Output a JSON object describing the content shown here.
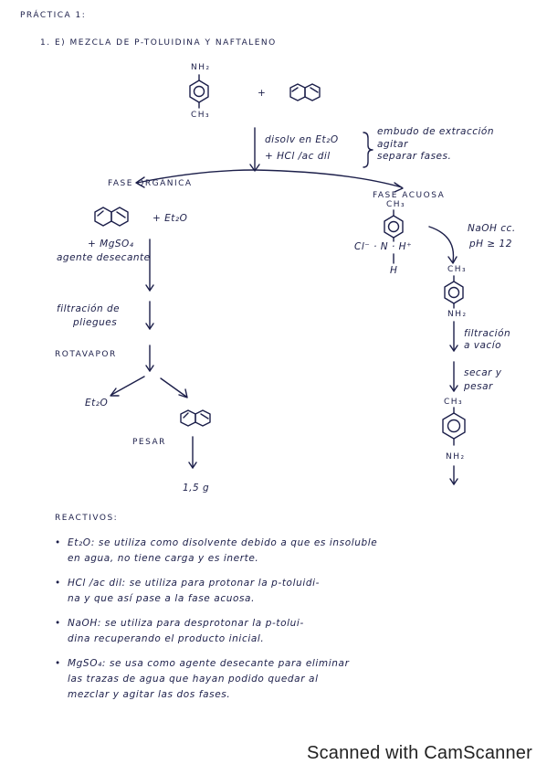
{
  "header": {
    "practica": "PRÁCTICA 1:",
    "item": "1. E) MEZCLA DE P-TOLUIDINA Y NAFTALENO"
  },
  "labels": {
    "nh2_top": "NH₂",
    "ch3_top": "CH₃",
    "plus_top": "+",
    "step1_a": "disolv en Et₂O",
    "step1_b": "+ HCl /ac dil",
    "embudo_a": "embudo de extracción",
    "embudo_b": "agitar",
    "embudo_c": "separar fases.",
    "fase_organica": "FASE ORGÁNICA",
    "fase_acuosa": "FASE ACUOSA",
    "plus_et2o": "+ Et₂O",
    "mgso4_a": "+ MgSO₄",
    "mgso4_b": "agente desecante",
    "filtracion_a": "filtración de",
    "filtracion_b": "pliegues",
    "rotavapor": "ROTAVAPOR",
    "et2o_out": "Et₂O",
    "pesar": "PESAR",
    "mass": "1,5 g",
    "ch3_salt": "CH₃",
    "salt_charge": "Cl⁻ ·  N  ·  H⁺",
    "salt_h": "H",
    "naoh_a": "NaOH cc.",
    "naoh_b": "pH ≥ 12",
    "ch3_mid": "CH₃",
    "nh2_mid": "NH₂",
    "filtr_vacio_a": "filtración",
    "filtr_vacio_b": "a vacío",
    "secar_a": "secar y",
    "secar_b": "pesar",
    "ch3_bot": "CH₃",
    "nh2_bot": "NH₂"
  },
  "reactivos": {
    "title": "REACTIVOS:",
    "items": [
      "Et₂O: se utiliza como disolvente debido a que es insoluble\nen agua, no tiene carga y es inerte.",
      "HCl /ac dil: se utiliza para protonar la p-toluidi-\nna y que así pase a la fase acuosa.",
      "NaOH: se utiliza para desprotonar la p-tolui-\ndina recuperando el producto inicial.",
      "MgSO₄: se usa como agente desecante para eliminar\nlas trazas de agua que hayan podido quedar al\nmezclar y agitar las dos fases."
    ]
  },
  "watermark": "Scanned with CamScanner",
  "colors": {
    "ink": "#1c1f4a",
    "paper": "#ffffff",
    "watermark": "#222222"
  }
}
